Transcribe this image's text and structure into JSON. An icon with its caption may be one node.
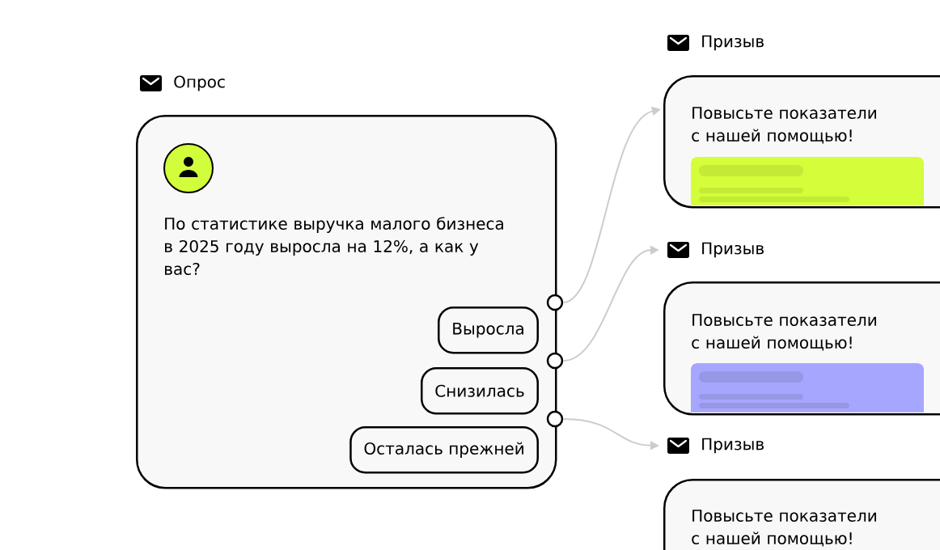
{
  "diagram": {
    "nodes": [
      {
        "text": [
          "Опрос",
          "По статистике выручка малого бизнеса в 2025 году выросла на 12%, а как у вас?"
        ]
      },
      {
        "text": [
          "Выросла"
        ],
        "in": 0
      },
      {
        "text": [
          "Снизилась"
        ],
        "in": 0
      },
      {
        "text": [
          "Осталась прежней"
        ],
        "in": 0
      },
      {
        "text": [],
        "shape": "circle"
      },
      {
        "text": [],
        "shape": "circle"
      },
      {
        "text": [],
        "shape": "circle"
      },
      {
        "text": [
          "Призыв",
          "Повысьте показатели с нашей помощью!"
        ]
      },
      {
        "text": [
          "Призыв",
          "Повысьте показатели с нашей помощью!"
        ]
      },
      {
        "text": [
          "Призыв",
          "Повысьте показатели с нашей помощью!"
        ]
      }
    ],
    "edges": [
      {
        "from": 4,
        "to": 7,
        "arrow": "to"
      },
      {
        "from": 5,
        "to": 8,
        "arrow": "to"
      },
      {
        "from": 6,
        "to": 9,
        "arrow": "to"
      }
    ]
  }
}
